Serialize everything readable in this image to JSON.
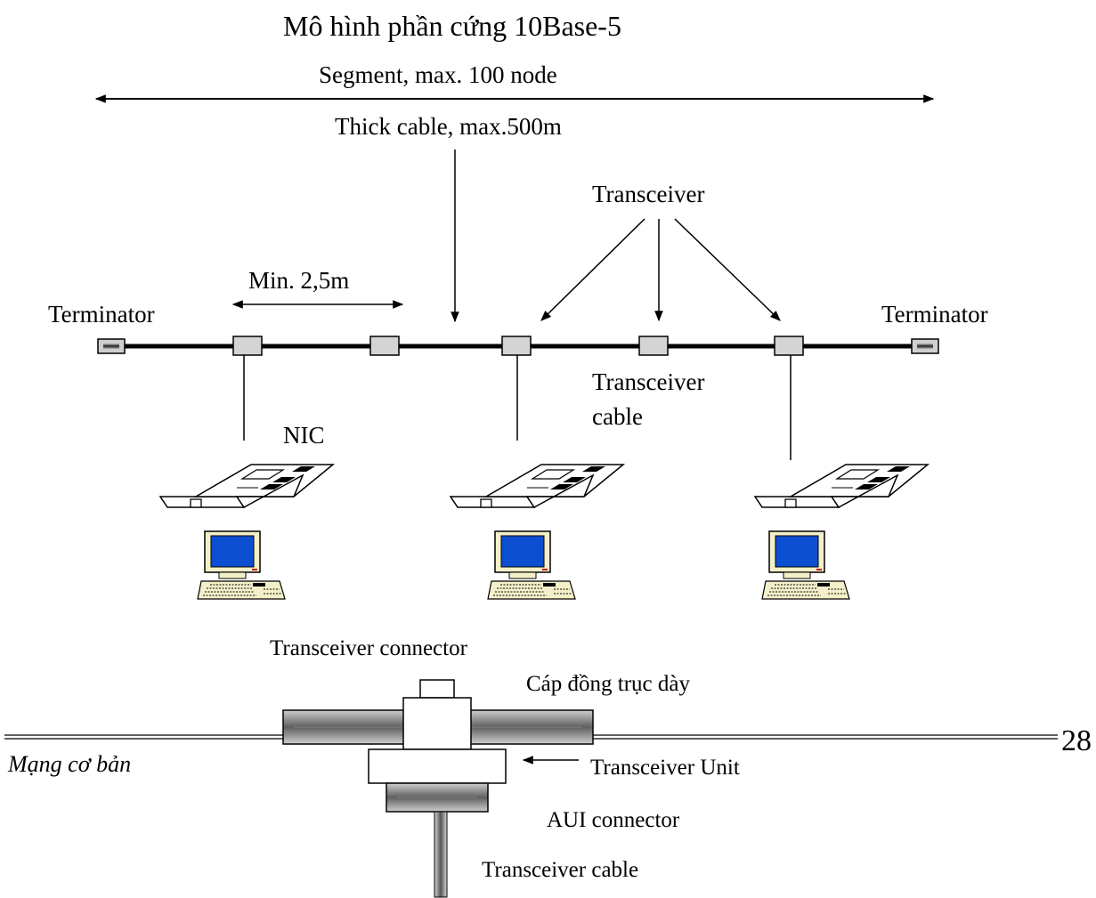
{
  "title": "Mô hình phần cứng 10Base-5",
  "segment": {
    "label": "Segment, max. 100 node"
  },
  "cable": {
    "label": "Thick cable, max.500m"
  },
  "transceiver_label": "Transceiver",
  "min_distance_label": "Min. 2,5m",
  "terminator_left": "Terminator",
  "terminator_right": "Terminator",
  "transceiver_cable_label": [
    "Transceiver",
    "cable"
  ],
  "nic_label": "NIC",
  "detail": {
    "connector_label": "Transceiver connector",
    "coax_label": "Cáp đồng trục dày",
    "unit_label": "Transceiver Unit",
    "aui_label": "AUI connector",
    "cable_label": "Transceiver cable"
  },
  "footer": {
    "text": "Mạng cơ bản",
    "page": "28"
  },
  "colors": {
    "screen": "#0b4fd0",
    "beige": "#f3f0c9",
    "connector_gray": "#cfcfcf",
    "led": "#d11a1a"
  },
  "icons": [
    "terminator-icon",
    "transceiver-icon",
    "nic-card-icon",
    "computer-icon"
  ]
}
